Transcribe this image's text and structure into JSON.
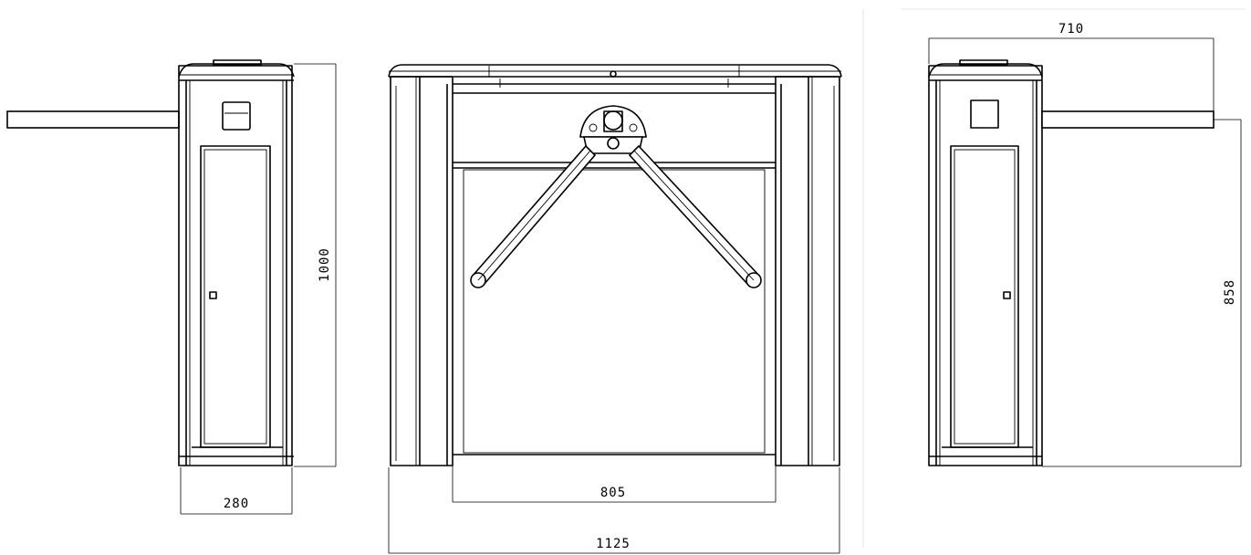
{
  "dimensions": {
    "side_left_width": "280",
    "side_left_height": "1000",
    "front_inner_width": "805",
    "front_total_width": "1125",
    "side_right_arm_length": "710",
    "side_right_arm_height": "858"
  },
  "colors": {
    "line": "#000000",
    "background": "#ffffff"
  }
}
